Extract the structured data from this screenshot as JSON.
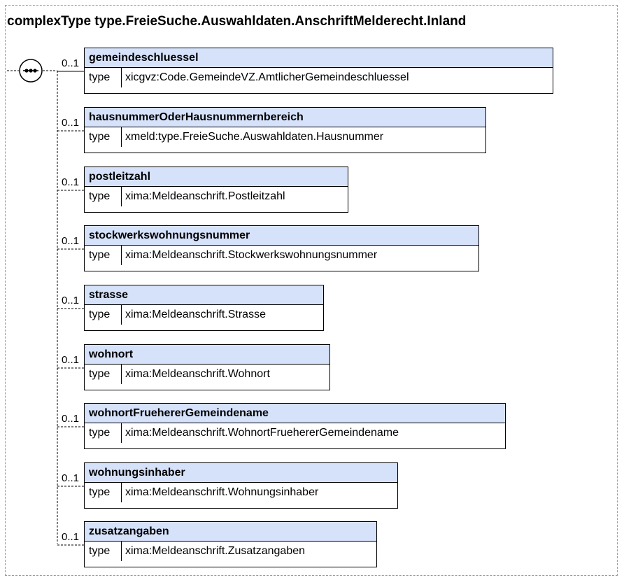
{
  "title": "complexType type.FreieSuche.Auswahldaten.AnschriftMelderecht.Inland",
  "type_key": "type",
  "elements": [
    {
      "name": "gemeindeschluessel",
      "type": "xicgvz:Code.GemeindeVZ.AmtlicherGemeindeschluessel",
      "multiplicity": "0..1"
    },
    {
      "name": "hausnummerOderHausnummernbereich",
      "type": "xmeld:type.FreieSuche.Auswahldaten.Hausnummer",
      "multiplicity": "0..1"
    },
    {
      "name": "postleitzahl",
      "type": "xima:Meldeanschrift.Postleitzahl",
      "multiplicity": "0..1"
    },
    {
      "name": "stockwerkswohnungsnummer",
      "type": "xima:Meldeanschrift.Stockwerkswohnungsnummer",
      "multiplicity": "0..1"
    },
    {
      "name": "strasse",
      "type": "xima:Meldeanschrift.Strasse",
      "multiplicity": "0..1"
    },
    {
      "name": "wohnort",
      "type": "xima:Meldeanschrift.Wohnort",
      "multiplicity": "0..1"
    },
    {
      "name": "wohnortFrueherer Gemeindename",
      "type": "xima:Meldeanschrift.WohnortFruehererGemeindename",
      "multiplicity": "0..1"
    },
    {
      "name": "wohnungsinhaber",
      "type": "xima:Meldeanschrift.Wohnungsinhaber",
      "multiplicity": "0..1"
    },
    {
      "name": "zusatzangaben",
      "type": "xima:Meldeanschrift.Zusatzangaben",
      "multiplicity": "0..1"
    }
  ],
  "icons": {
    "sequence": "sequence-compositor-icon"
  }
}
